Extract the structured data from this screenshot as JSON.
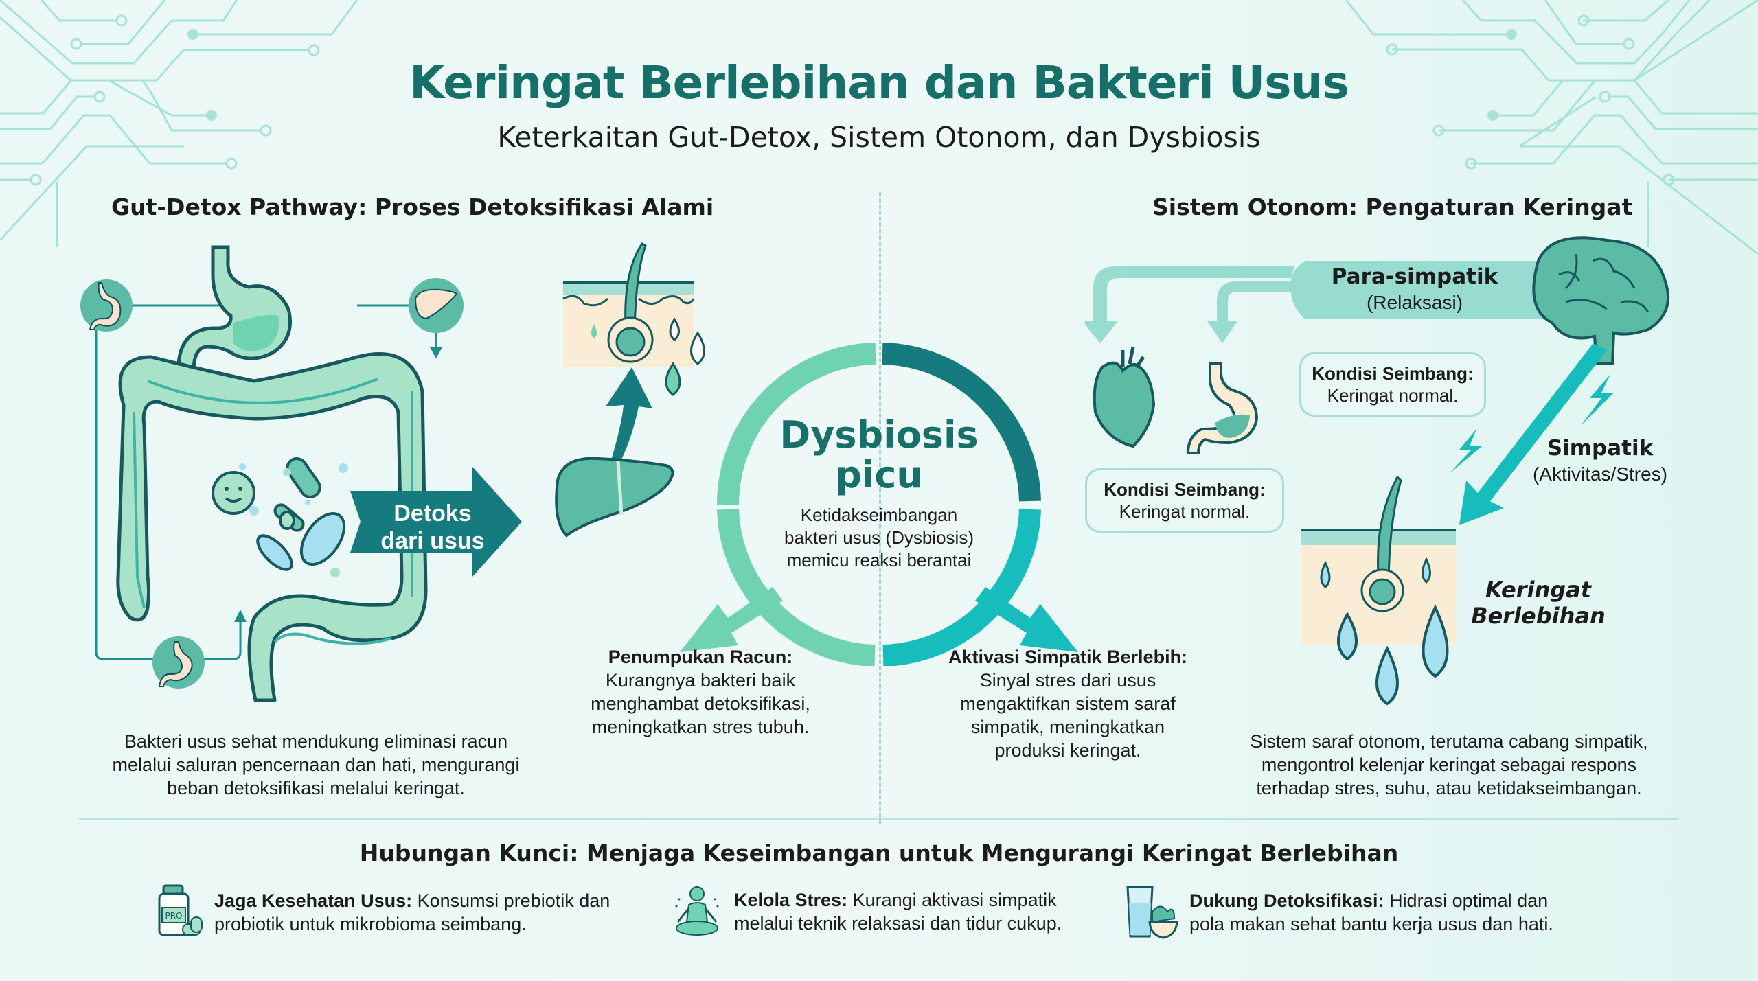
{
  "header": {
    "title": "Keringat Berlebihan dan Bakteri Usus",
    "subtitle": "Keterkaitan Gut-Detox, Sistem Otonom, dan Dysbiosis"
  },
  "colors": {
    "title_teal": "#176f69",
    "dark_teal": "#167b7f",
    "mint": "#6fd3b1",
    "light_mint": "#a8e3c9",
    "cyan": "#17bdbc",
    "skin_beige": "#fbecd5",
    "background": "#eaf8f6",
    "circuit_lines": "#a6e3d2"
  },
  "left_section": {
    "title": "Gut-Detox Pathway: Proses Detoksifikasi Alami",
    "detox_arrow_label_line1": "Detoks",
    "detox_arrow_label_line2": "dari usus",
    "description_line1": "Bakteri usus sehat mendukung eliminasi racun",
    "description_line2": "melalui saluran pencernaan dan hati, mengurangi",
    "description_line3": "beban detoksifikasi melalui keringat.",
    "icons": [
      "stomach-icon",
      "liver-icon",
      "intestine-icon",
      "bacteria-icon",
      "skin-sweat-gland-icon"
    ]
  },
  "center": {
    "heading_line1": "Dysbiosis",
    "heading_line2": "picu",
    "desc_line1": "Ketidakseimbangan",
    "desc_line2": "bakteri usus (Dysbiosis)",
    "desc_line3": "memicu reaksi berantai",
    "left_effect": {
      "title": "Penumpukan Racun:",
      "line1": "Kurangnya bakteri baik",
      "line2": "menghambat detoksifikasi,",
      "line3": "meningkatkan stres tubuh."
    },
    "right_effect": {
      "title": "Aktivasi Simpatik Berlebih:",
      "line1": "Sinyal stres dari usus",
      "line2": "mengaktifkan sistem saraf",
      "line3": "simpatik, meningkatkan",
      "line4": "produksi keringat."
    }
  },
  "right_section": {
    "title": "Sistem Otonom: Pengaturan Keringat",
    "parasympathetic": {
      "label": "Para-simpatik",
      "sub": "(Relaksasi)"
    },
    "sympathetic": {
      "label": "Simpatik",
      "sub": "(Aktivitas/Stres)"
    },
    "bubble_stomach": {
      "title": "Kondisi Seimbang:",
      "text": "Keringat normal."
    },
    "bubble_heart": {
      "title": "Kondisi Seimbang:",
      "text": "Keringat normal."
    },
    "excess_line1": "Keringat",
    "excess_line2": "Berlebihan",
    "description_line1": "Sistem saraf otonom, terutama cabang simpatik,",
    "description_line2": "mengontrol kelenjar keringat sebagai respons",
    "description_line3": "terhadap stres, suhu, atau ketidakseimbangan.",
    "icons": [
      "brain-icon",
      "heart-icon",
      "stomach-icon",
      "sweat-drops-icon",
      "lightning-icon"
    ]
  },
  "key": {
    "title": "Hubungan Kunci: Menjaga Keseimbangan untuk Mengurangi Keringat Berlebihan",
    "tips": [
      {
        "icon": "probiotic-bottle-icon",
        "icon_text": "PRO",
        "title": "Jaga Kesehatan Usus:",
        "line1": " Konsumsi prebiotik dan",
        "line2": "probiotik untuk mikrobioma seimbang."
      },
      {
        "icon": "meditation-icon",
        "title": "Kelola Stres:",
        "line1": " Kurangi aktivasi simpatik",
        "line2": "melalui teknik relaksasi dan tidur cukup."
      },
      {
        "icon": "water-salad-icon",
        "title": "Dukung Detoksifikasi:",
        "line1": " Hidrasi optimal dan",
        "line2": "pola makan sehat bantu kerja usus dan hati."
      }
    ]
  }
}
